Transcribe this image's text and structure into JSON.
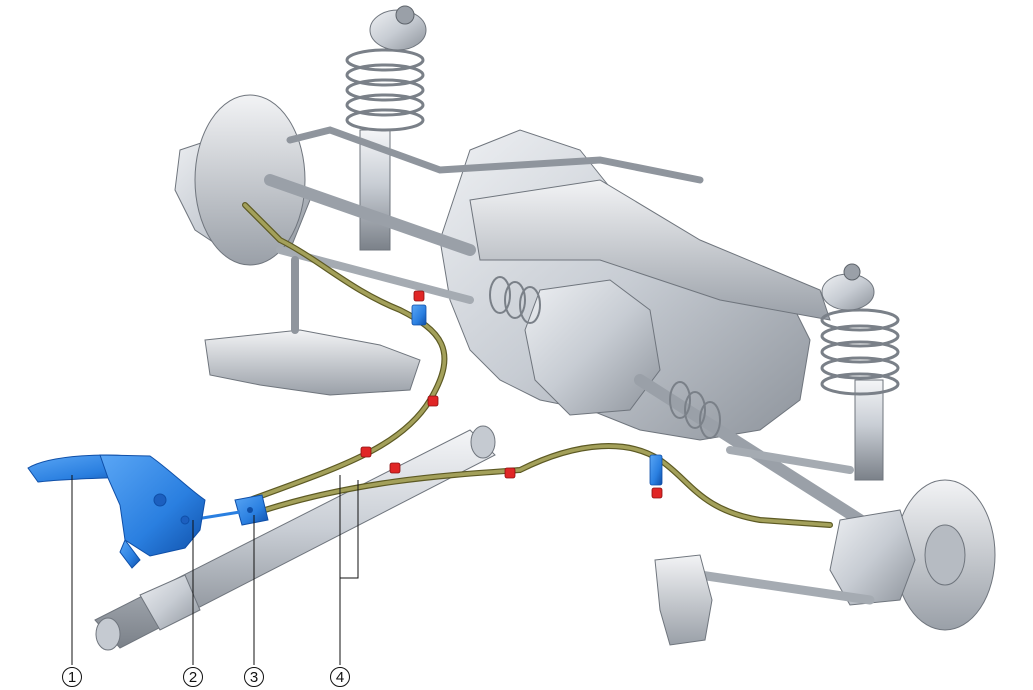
{
  "diagram": {
    "callouts": [
      {
        "number": "1",
        "part": "lever"
      },
      {
        "number": "2",
        "part": "linkage"
      },
      {
        "number": "3",
        "part": "equalizer"
      },
      {
        "number": "4",
        "part": "cables"
      }
    ],
    "colors": {
      "background": "#ffffff",
      "chassis_light": "#dcdfe4",
      "chassis_mid": "#b9bec6",
      "chassis_dark": "#7e848c",
      "highlight_blue": "#2a7fe0",
      "highlight_blue_dark": "#0f4fa8",
      "cable_olive": "#a3a05a",
      "cable_edge": "#5d5a24",
      "clip_red": "#e02626",
      "leader_line": "#111111"
    }
  }
}
